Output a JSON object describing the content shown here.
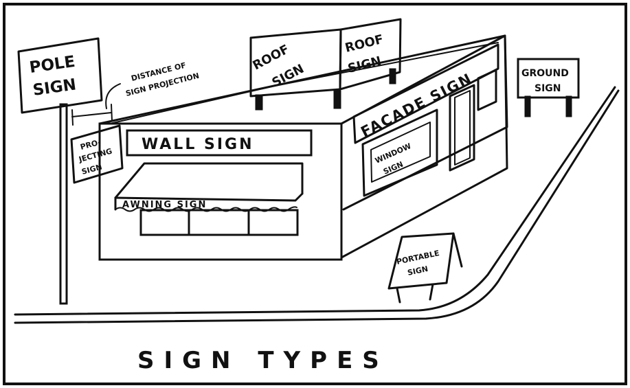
{
  "title": "SIGN TYPES",
  "labels": {
    "pole": [
      "POLE",
      "SIGN"
    ],
    "distance": [
      "DISTANCE OF",
      "SIGN PROJECTION"
    ],
    "roof_left": [
      "ROOF",
      "SIGN"
    ],
    "roof_right": [
      "ROOF",
      "SIGN"
    ],
    "ground": [
      "GROUND",
      "SIGN"
    ],
    "projecting": [
      "PRO-",
      "JECTING",
      "SIGN"
    ],
    "wall": "WALL SIGN",
    "facade": "FACADE SIGN",
    "window": [
      "WINDOW",
      "SIGN"
    ],
    "awning": "AWNING SIGN",
    "portable": [
      "PORTABLE",
      "SIGN"
    ]
  },
  "colors": {
    "ink": "#111111",
    "paper": "#ffffff"
  }
}
